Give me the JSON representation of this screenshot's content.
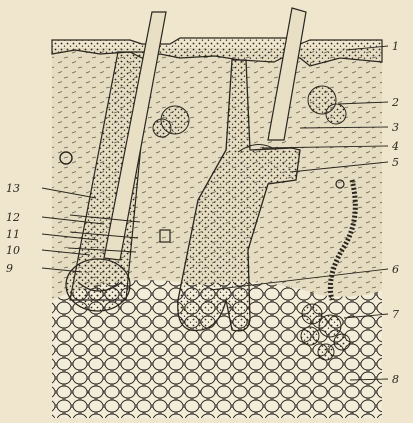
{
  "figure": {
    "background_color": "#efe6cd",
    "ink_color": "#2a2620",
    "tissue_tint": "#e6dcc1",
    "right_callouts": [
      "1",
      "2",
      "3",
      "4",
      "5",
      "6",
      "7",
      "8"
    ],
    "left_callouts": [
      "13",
      "12",
      "11",
      "10",
      "9"
    ]
  }
}
